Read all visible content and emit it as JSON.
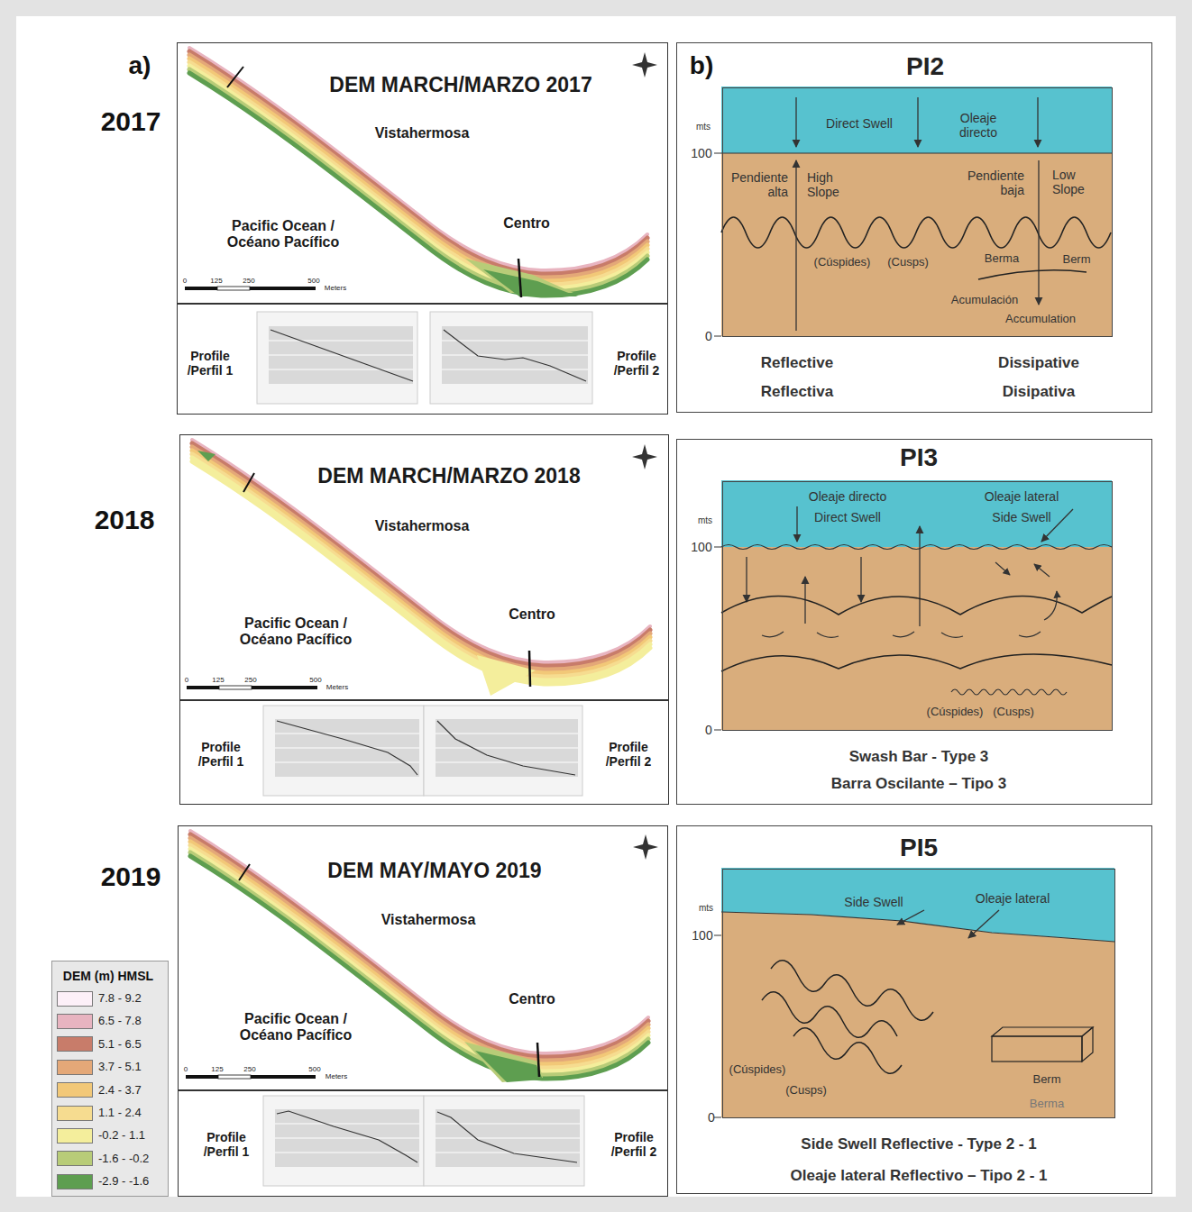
{
  "diagram": {
    "nodes": [
      {
        "text": [
          "DEM MARCH/MARZO 2017",
          "Vistahermosa",
          "Pacific Ocean / Océano Pacífico",
          "Centro"
        ]
      },
      {
        "text": [
          "Profile /Perfil 1",
          "Profile /Perfil 2"
        ]
      },
      {
        "text": [
          "DEM MARCH/MARZO 2018",
          "Vistahermosa",
          "Pacific Ocean / Océano Pacífico",
          "Centro"
        ]
      },
      {
        "text": [
          "Profile /Perfil 1",
          "Profile /Perfil 2"
        ]
      },
      {
        "text": [
          "DEM MAY/MAYO 2019",
          "Vistahermosa",
          "Pacific Ocean / Océano Pacífico",
          "Centro"
        ]
      },
      {
        "text": [
          "Profile /Perfil 1",
          "Profile /Perfil 2"
        ]
      },
      {
        "text": [
          "PI2",
          "Reflective",
          "Reflectiva",
          "Dissipative",
          "Disipativa"
        ]
      },
      {
        "text": [
          "Direct Swell",
          "Oleaje directo",
          "Pendiente alta",
          "High Slope",
          "Pendiente baja",
          "Low Slope",
          "(Cúspides)",
          "(Cusps)",
          "Berma",
          "Berm",
          "Acumulación",
          "Accumulation"
        ],
        "in": 6
      },
      {
        "text": [
          "PI3",
          "Swash Bar - Type 3",
          "Barra Oscilante – Tipo 3"
        ]
      },
      {
        "text": [
          "Oleaje directo",
          "Direct Swell",
          "Oleaje lateral",
          "Side Swell",
          "(Cúspides)",
          "(Cusps)"
        ],
        "in": 8
      },
      {
        "text": [
          "PI5",
          "Side Swell Reflective - Type 2 - 1",
          "Oleaje lateral Reflectivo – Tipo 2 - 1"
        ]
      },
      {
        "text": [
          "Side Swell",
          "Oleaje lateral",
          "(Cúspides)",
          "(Cusps)",
          "Berm",
          "Berma"
        ],
        "in": 10
      }
    ],
    "labels": [
      "a)",
      "b)",
      "2017",
      "2018",
      "2019",
      "0",
      "125",
      "250",
      "500",
      "Meters",
      "0",
      "125",
      "250",
      "500",
      "Meters",
      "0",
      "125",
      "250",
      "500",
      "Meters",
      "mts",
      "100",
      "0",
      "mts",
      "100",
      "0",
      "mts",
      "100",
      "0",
      "DEM (m) HMSL"
    ],
    "legend": [
      {
        "text": "7.8 - 9.2",
        "color": "#fdf0f8"
      },
      {
        "text": "6.5 - 7.8",
        "color": "#e8b4c0"
      },
      {
        "text": "5.1 - 6.5",
        "color": "#c87c6a"
      },
      {
        "text": "3.7 - 5.1",
        "color": "#e4a878"
      },
      {
        "text": "2.4 - 3.7",
        "color": "#f2c878"
      },
      {
        "text": "1.1 - 2.4",
        "color": "#f6dc90"
      },
      {
        "text": "-0.2 - 1.1",
        "color": "#f4ee9c"
      },
      {
        "text": "-1.6 - -0.2",
        "color": "#b8cc78"
      },
      {
        "text": "-2.9 - -1.6",
        "color": "#5e9e50"
      }
    ]
  }
}
